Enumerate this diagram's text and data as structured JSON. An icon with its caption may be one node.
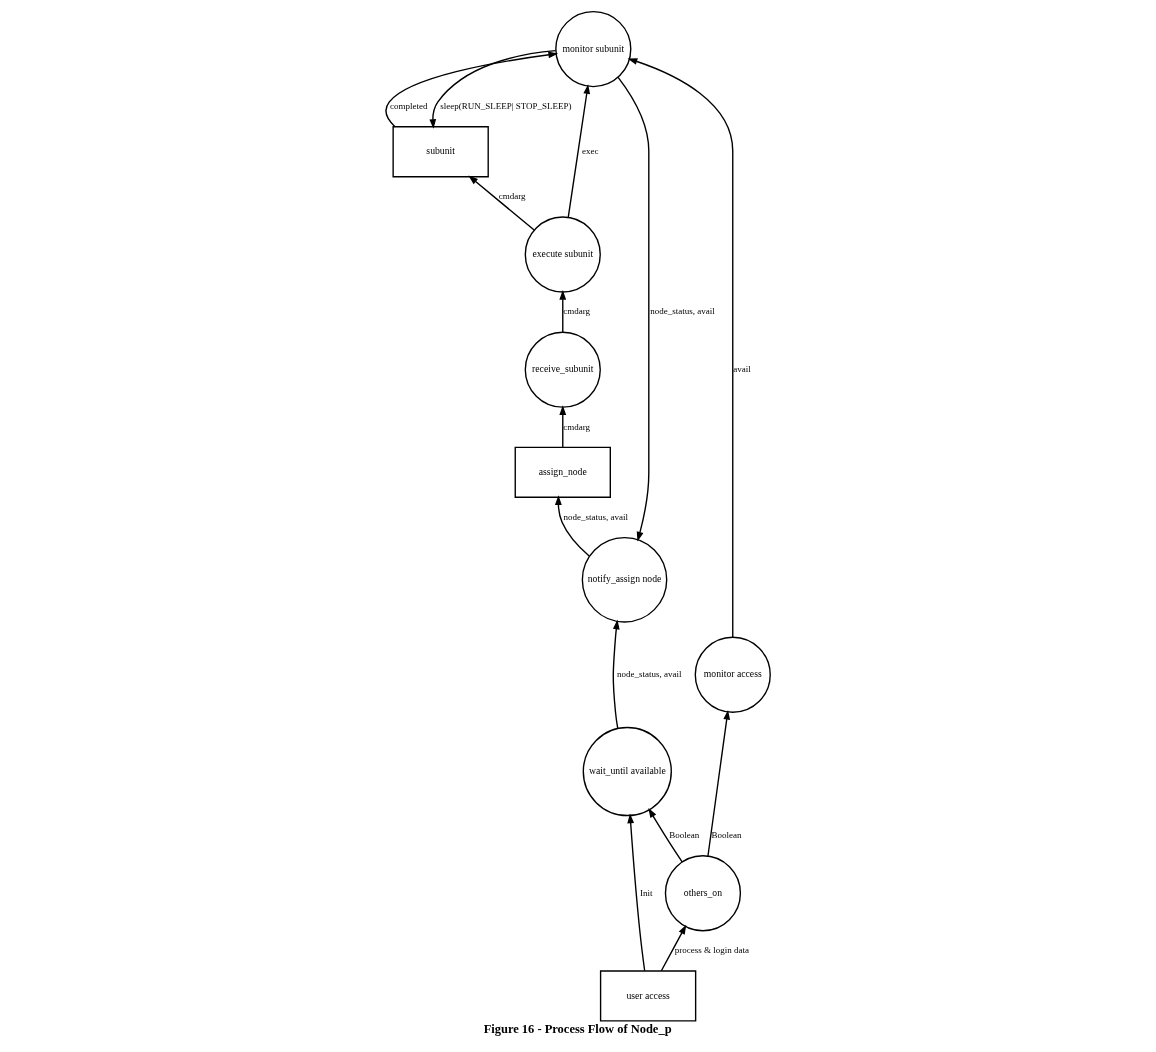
{
  "diagram": {
    "caption": "Figure 16 - Process Flow of Node_p",
    "nodes": [
      {
        "text": [
          "notify_assign node"
        ]
      },
      {
        "text": [
          "assign_node"
        ]
      },
      {
        "text": [
          "wait_until available"
        ]
      },
      {
        "text": [
          "receive_subunit"
        ]
      },
      {
        "text": [
          "subunit"
        ]
      },
      {
        "text": [
          "execute subunit"
        ]
      },
      {
        "text": [
          "others_on"
        ]
      },
      {
        "text": [
          "user access"
        ]
      },
      {
        "text": [
          "monitor access"
        ]
      },
      {
        "text": [
          "monitor subunit"
        ]
      }
    ],
    "edges": [
      {
        "from": 0,
        "to": 1,
        "arrow": "to",
        "label": "node_status, avail"
      },
      {
        "from": 1,
        "to": 3,
        "arrow": "to",
        "label": "cmdarg"
      },
      {
        "from": 2,
        "to": 0,
        "arrow": "to",
        "label": "node_status, avail"
      },
      {
        "from": 7,
        "to": 2,
        "arrow": "to",
        "label": "Init"
      },
      {
        "from": 6,
        "to": 2,
        "arrow": "to",
        "label": "Boolean"
      },
      {
        "from": 7,
        "to": 6,
        "arrow": "to",
        "label": "process & login data"
      },
      {
        "from": 6,
        "to": 8,
        "arrow": "to",
        "label": "Boolean"
      },
      {
        "from": 3,
        "to": 5,
        "arrow": "to",
        "label": "cmdarg"
      },
      {
        "from": 5,
        "to": 4,
        "arrow": "to",
        "label": "cmdarg"
      },
      {
        "from": 5,
        "to": 9,
        "arrow": "to",
        "label": "exec"
      },
      {
        "from": 9,
        "to": 4,
        "arrow": "to",
        "label": "sleep(RUN_SLEEP| STOP_SLEEP)"
      },
      {
        "from": 4,
        "to": 9,
        "arrow": "to",
        "label": "completed"
      },
      {
        "from": 9,
        "to": 0,
        "arrow": "to",
        "label": "node_status, avail"
      },
      {
        "from": 8,
        "to": 9,
        "arrow": "to",
        "label": "avail"
      }
    ]
  }
}
